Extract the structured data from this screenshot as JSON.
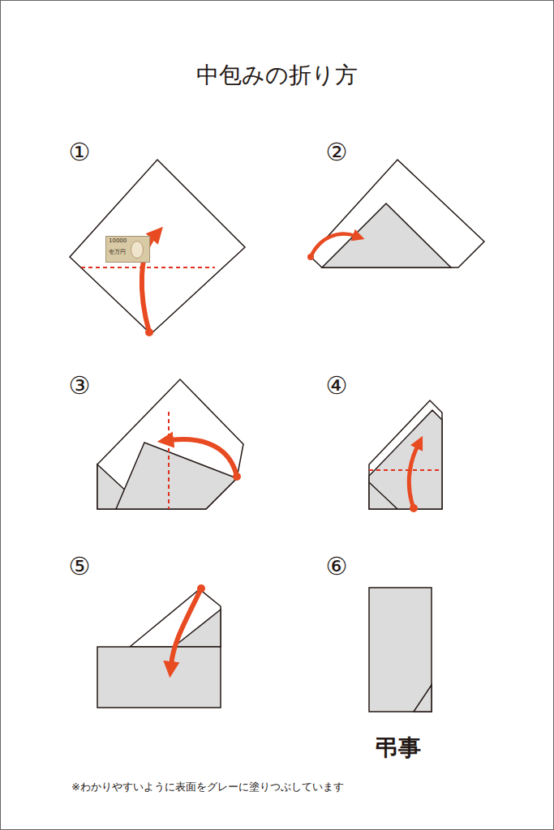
{
  "diagram": {
    "title": "中包みの折り方",
    "nodes": [
      {
        "text": [
          "10000",
          "壱万円"
        ]
      }
    ],
    "labels": [
      "①",
      "②",
      "③",
      "④",
      "⑤",
      "⑥",
      "弔事",
      "※わかりやすいように表面をグレーに塗りつぶしています"
    ]
  }
}
